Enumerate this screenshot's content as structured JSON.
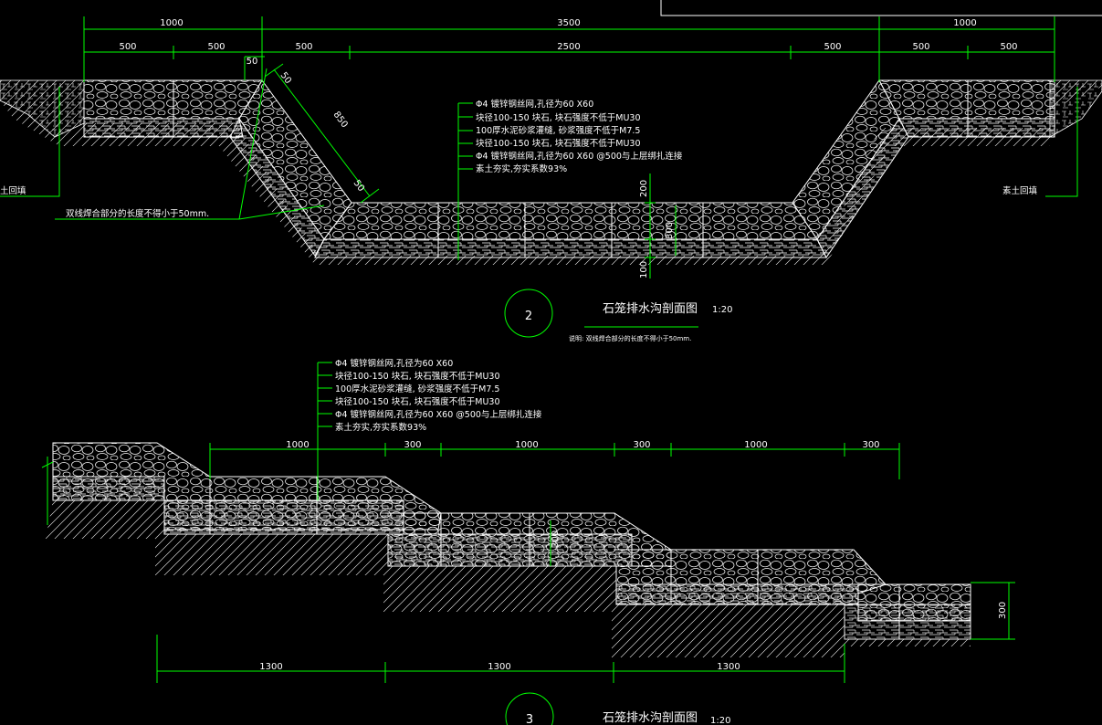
{
  "section2": {
    "top_dims": [
      "1000",
      "3500",
      "1000"
    ],
    "sub_dims": [
      "500",
      "500",
      "500",
      "2500",
      "500",
      "500",
      "500"
    ],
    "dim_50": "50",
    "slope_dims": [
      "50",
      "850",
      "50"
    ],
    "vertical_dims": [
      "200",
      "300",
      "100"
    ],
    "notes": [
      "Φ4 镀锌钢丝网,孔径为60 X60",
      "块径100-150 块石, 块石强度不低于MU30",
      "100厚水泥砂浆灌缝, 砂浆强度不低于M7.5",
      "块径100-150 块石, 块石强度不低于MU30",
      "Φ4 镀锌钢丝网,孔径为60 X60  @500与上层绑扎连接",
      "素土夯实,夯实系数93%"
    ],
    "left_label": "土回填",
    "right_label": "素土回填",
    "overlap_note": "双线焊合部分的长度不得小于50mm.",
    "circle_number": "2",
    "title": "石笼排水沟剖面图",
    "scale": "1:20",
    "footnote": "说明: 双线焊合部分的长度不得小于50mm."
  },
  "section3": {
    "notes": [
      "Φ4 镀锌钢丝网,孔径为60 X60",
      "块径100-150 块石, 块石强度不低于MU30",
      "100厚水泥砂浆灌缝, 砂浆强度不低于M7.5",
      "块径100-150 块石, 块石强度不低于MU30",
      "Φ4 镀锌钢丝网,孔径为60 X60  @500与上层绑扎连接",
      "素土夯实,夯实系数93%"
    ],
    "top_dims": [
      "1000",
      "300",
      "1000",
      "300",
      "1000",
      "300"
    ],
    "bottom_dims": [
      "1300",
      "1300",
      "1300"
    ],
    "right_dim": "300",
    "mid_dim": "300",
    "circle_number": "3",
    "title": "石笼排水沟剖面图",
    "scale": "1:20"
  },
  "colors": {
    "background": "#000000",
    "dimension_lines": "#00ff00",
    "geometry": "#ffffff"
  }
}
